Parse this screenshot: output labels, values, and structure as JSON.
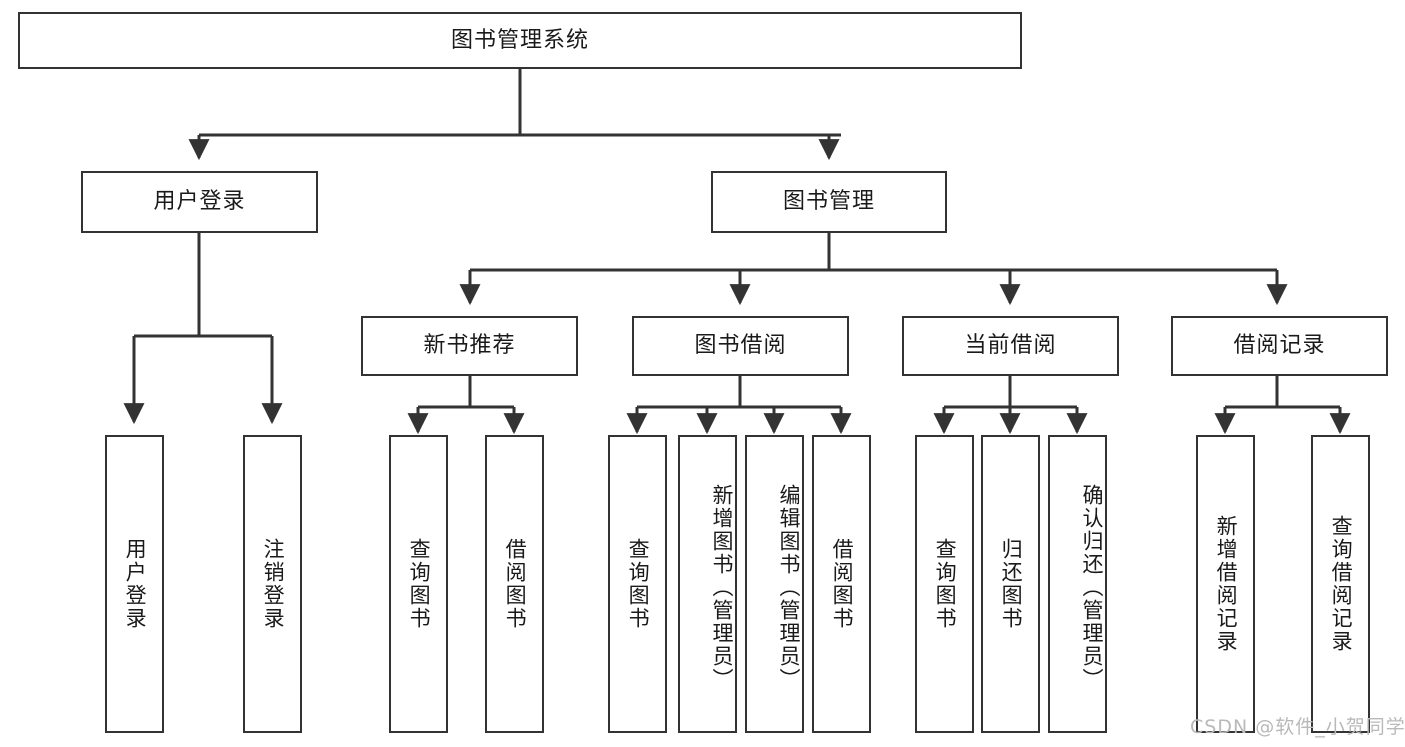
{
  "diagram": {
    "type": "tree-hierarchy",
    "title": "图书管理系统",
    "root": {
      "label": "图书管理系统"
    },
    "level2": [
      {
        "id": "user-login",
        "label": "用户登录"
      },
      {
        "id": "book-management",
        "label": "图书管理"
      }
    ],
    "level3": [
      {
        "id": "new-book-recommend",
        "label": "新书推荐",
        "parent": "book-management"
      },
      {
        "id": "book-borrow",
        "label": "图书借阅",
        "parent": "book-management"
      },
      {
        "id": "current-borrow",
        "label": "当前借阅",
        "parent": "book-management"
      },
      {
        "id": "borrow-record",
        "label": "借阅记录",
        "parent": "book-management"
      }
    ],
    "leaves": {
      "user-login": [
        {
          "id": "leaf-user-login",
          "label": "用户登录"
        },
        {
          "id": "leaf-logout-login",
          "label": "注销登录"
        }
      ],
      "new-book-recommend": [
        {
          "id": "leaf-query-book-1",
          "label": "查询图书"
        },
        {
          "id": "leaf-borrow-book-1",
          "label": "借阅图书"
        }
      ],
      "book-borrow": [
        {
          "id": "leaf-query-book-2",
          "label": "查询图书"
        },
        {
          "id": "leaf-add-book",
          "label": "新增图书（管理员）"
        },
        {
          "id": "leaf-edit-book",
          "label": "编辑图书（管理员）"
        },
        {
          "id": "leaf-borrow-book-2",
          "label": "借阅图书"
        }
      ],
      "current-borrow": [
        {
          "id": "leaf-query-book-3",
          "label": "查询图书"
        },
        {
          "id": "leaf-return-book",
          "label": "归还图书"
        },
        {
          "id": "leaf-confirm-return",
          "label": "确认归还（管理员）"
        }
      ],
      "borrow-record": [
        {
          "id": "leaf-add-record",
          "label": "新增借阅记录"
        },
        {
          "id": "leaf-query-record",
          "label": "查询借阅记录"
        }
      ]
    }
  },
  "watermark": {
    "text": "CSDN @软件_小贺同学"
  },
  "colors": {
    "stroke": "#333333",
    "background": "#ffffff",
    "text": "#1a1a1a",
    "watermark": "#b9b9b9"
  }
}
